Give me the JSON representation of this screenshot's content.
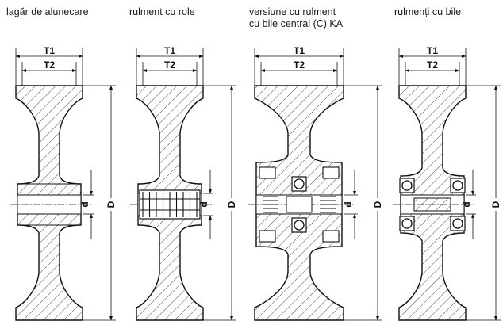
{
  "captions": {
    "plain": "lagăr de alunecare",
    "roller": "rulment cu role",
    "central_line1": "versiune cu rulment",
    "central_line2": "cu bile central (C) KA",
    "ball": "rulmenți cu bile"
  },
  "labels": {
    "t1": "T1",
    "t2": "T2",
    "d": "d",
    "D": "D"
  }
}
